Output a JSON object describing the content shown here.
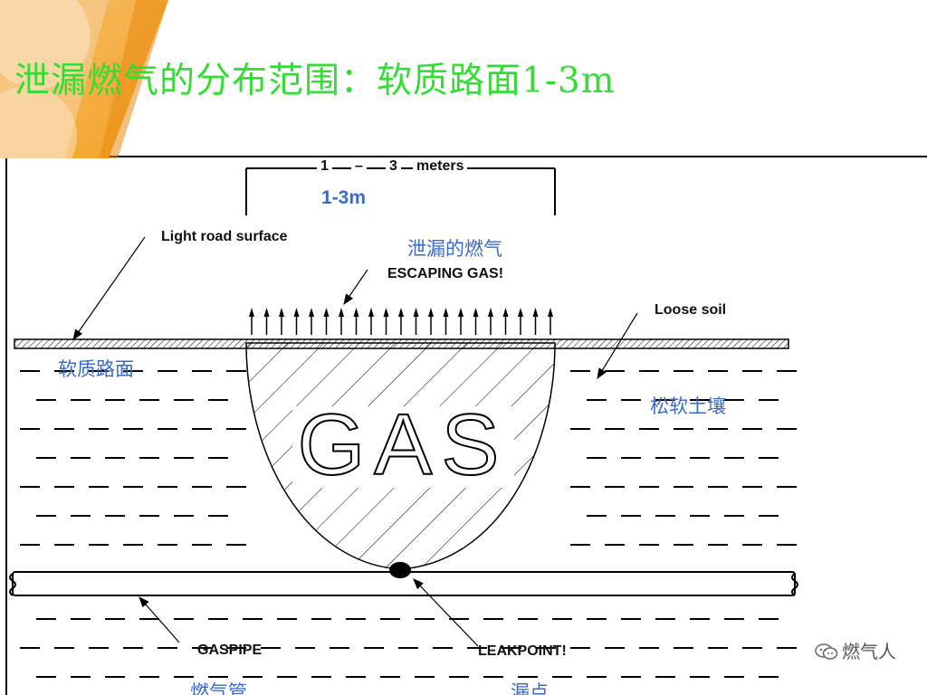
{
  "slide": {
    "title": "泄漏燃气的分布范围：软质路面1-3m"
  },
  "diagram": {
    "top_measure": {
      "left": "1",
      "dash": "–",
      "right": "3",
      "unit": "meters"
    },
    "span_label_zh": "1-3m",
    "labels_en": {
      "light_road_surface": "Light road surface",
      "escaping_gas": "ESCAPING GAS!",
      "loose_soil": "Loose soil",
      "gas_pipe": "GASPIPE",
      "leak_point": "LEAKPOINT!"
    },
    "labels_zh": {
      "leaking_gas": "泄漏的燃气",
      "soft_road_surface": "软质路面",
      "loose_soil": "松软土壤",
      "gas_pipe": "燃气管",
      "leak_point": "漏点"
    },
    "gas_word": "GAS"
  },
  "watermark": {
    "text": "燃气人",
    "icon": "wechat-icon"
  },
  "colors": {
    "title": "#33dd33",
    "zh_label": "#3a6ac9",
    "arrow": "#000000",
    "decor_orange": "#f4a020"
  }
}
